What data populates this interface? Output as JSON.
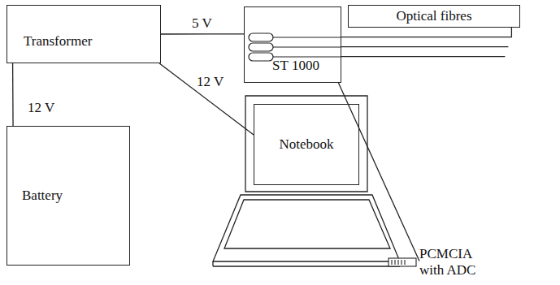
{
  "diagram": {
    "nodes": [
      {
        "text": [
          "Transformer"
        ]
      },
      {
        "text": [
          "Battery"
        ]
      },
      {
        "text": [
          "ST 1000"
        ]
      },
      {
        "text": [
          "Optical fibres"
        ]
      },
      {
        "text": [
          "Notebook"
        ]
      },
      {
        "text": [
          "PCMCIA with ADC"
        ]
      }
    ],
    "edges": [
      {
        "from": 0,
        "to": 1,
        "label": "12 V",
        "arrow": "none"
      },
      {
        "from": 0,
        "to": 2,
        "label": "5 V",
        "arrow": "none"
      },
      {
        "from": 0,
        "to": 4,
        "label": "12 V",
        "arrow": "none"
      },
      {
        "from": 2,
        "to": 3,
        "arrow": "none"
      },
      {
        "from": 2,
        "to": 5,
        "arrow": "none"
      }
    ]
  }
}
